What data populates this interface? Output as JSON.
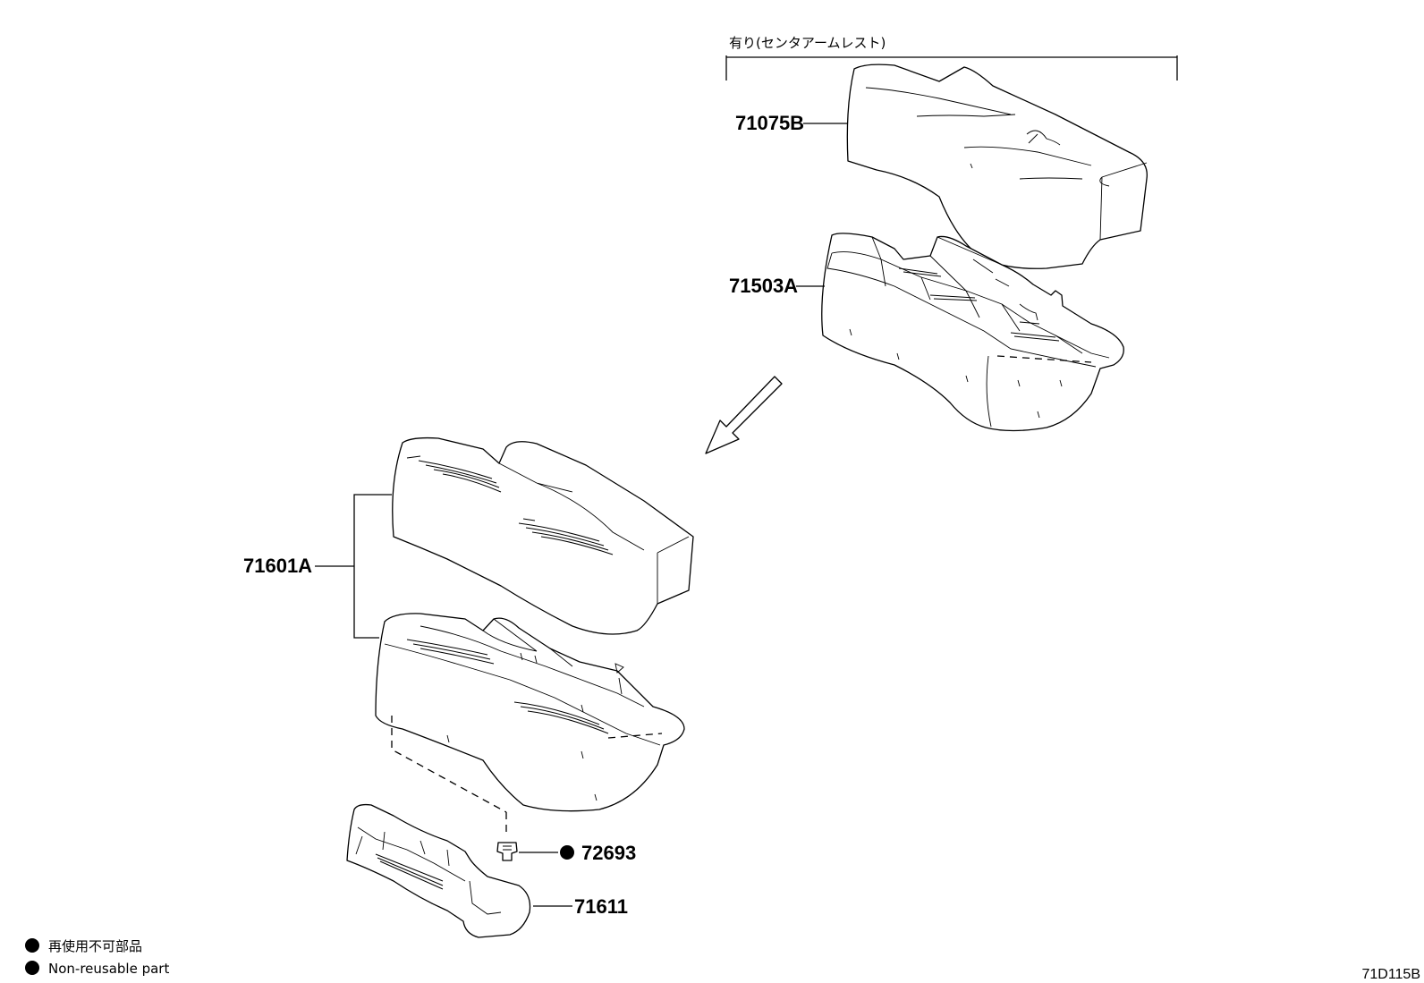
{
  "caption_armrest": "有り(センタアームレスト)",
  "parts": {
    "p71075B": "71075B",
    "p71503A": "71503A",
    "p71601A": "71601A",
    "p72693": "72693",
    "p71611": "71611"
  },
  "legend": {
    "line1": "再使用不可部品",
    "line2": "Non-reusable part"
  },
  "diagram_code": "71D115B"
}
